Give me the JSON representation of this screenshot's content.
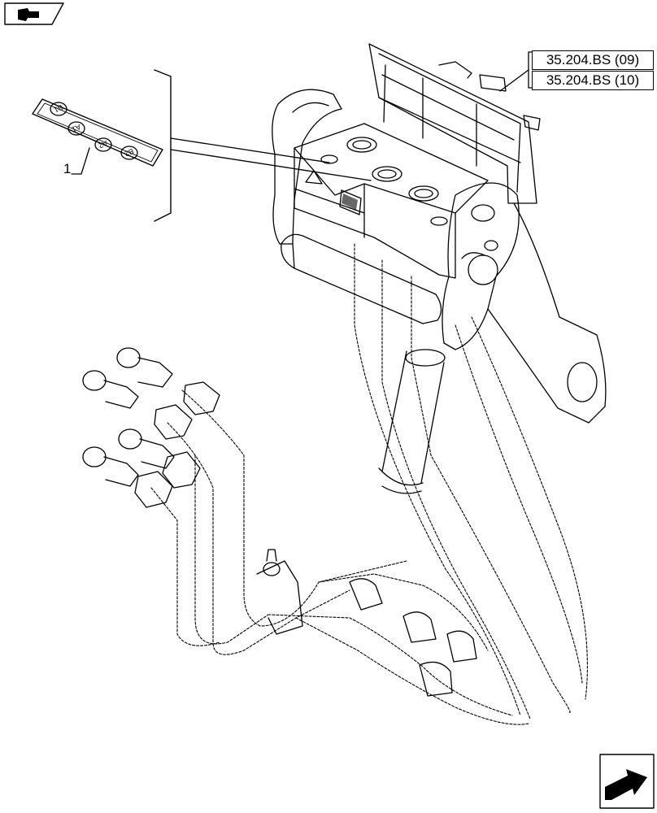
{
  "callout": {
    "item_number": "1"
  },
  "references": [
    {
      "label": "35.204.BS (09)"
    },
    {
      "label": "35.204.BS (10)"
    }
  ],
  "decal": {
    "labels": [
      "B1",
      "A1",
      "A2",
      "B2"
    ]
  },
  "icons": {
    "top_left": "book-arrow-icon",
    "bottom_right": "navigation-arrow-icon"
  },
  "colors": {
    "line": "#000000",
    "background": "#ffffff"
  }
}
